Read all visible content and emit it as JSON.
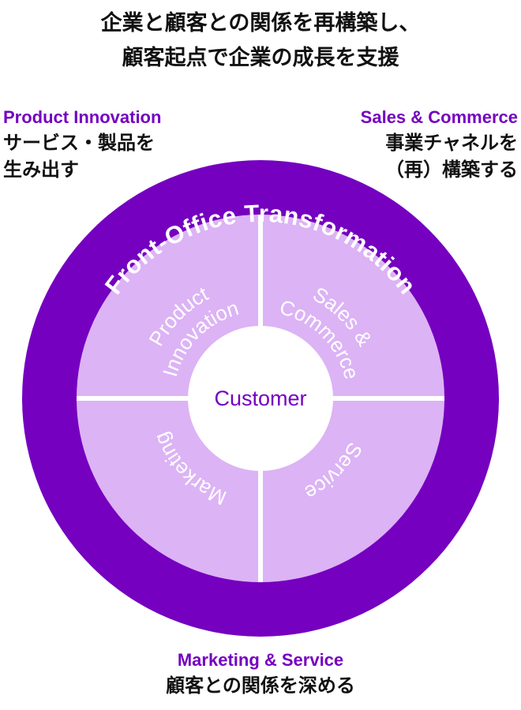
{
  "title": {
    "line1": "企業と顧客との関係を再構築し、",
    "line2": "顧客起点で企業の成長を支援"
  },
  "top_left": {
    "heading": "Product Innovation",
    "line1": "サービス・製品を",
    "line2": "生み出す"
  },
  "top_right": {
    "heading": "Sales & Commerce",
    "line1": "事業チャネルを",
    "line2": "（再）構築する"
  },
  "bottom": {
    "heading": "Marketing & Service",
    "line1": "顧客との関係を深める"
  },
  "diagram": {
    "ring_label": "Front-Office Transformation",
    "center_label": "Customer",
    "quadrants": {
      "top_left": [
        "Product",
        "Innovation"
      ],
      "top_right": [
        "Sales &",
        "Commerce"
      ],
      "bottom_right": [
        "Service"
      ],
      "bottom_left": [
        "Marketing"
      ]
    },
    "colors": {
      "ring": "#7500c0",
      "quadrant": "#dcb3f5",
      "divider": "#ffffff",
      "center": "#ffffff",
      "accent_text": "#7500c0"
    }
  }
}
